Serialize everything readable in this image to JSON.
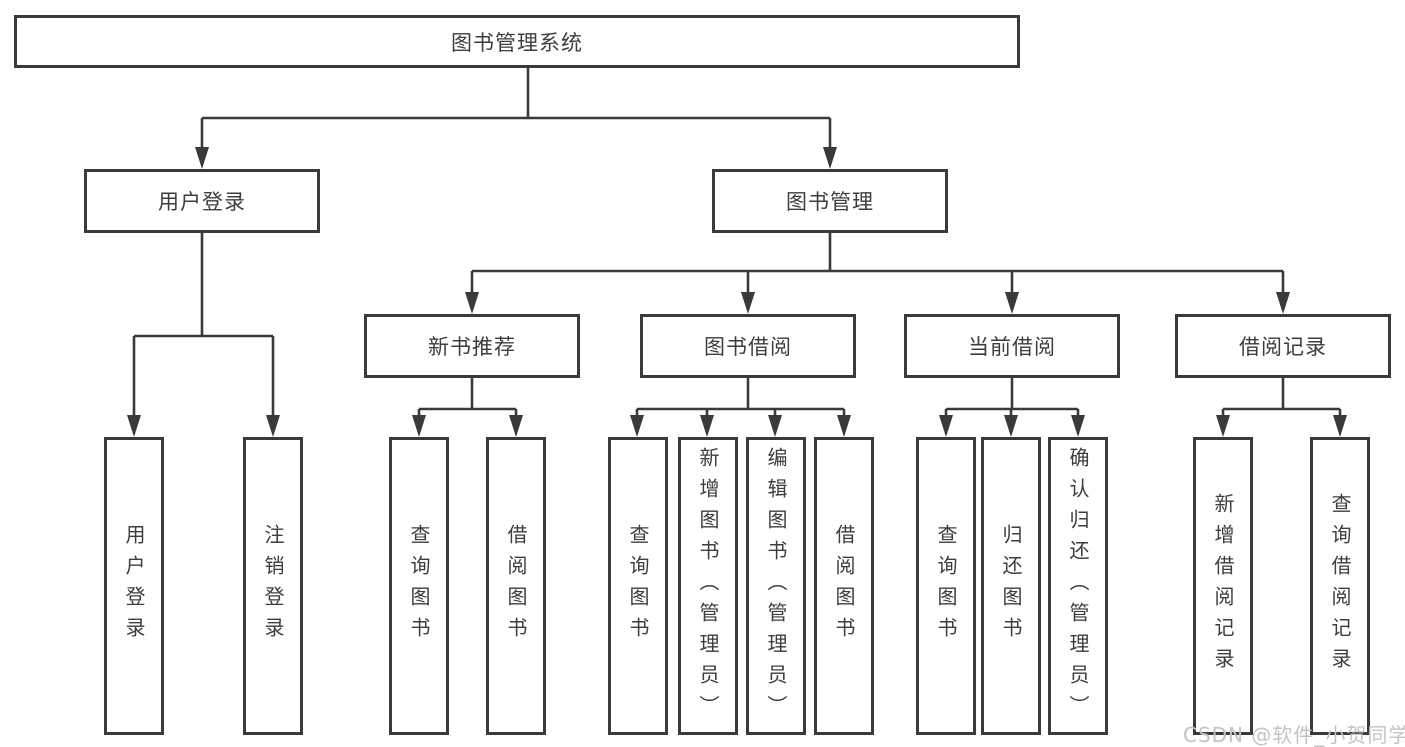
{
  "diagram_type": "hierarchy-tree",
  "colors": {
    "line": "#3a3a3a",
    "box_border": "#3a3a3a",
    "box_fill": "#ffffff",
    "text": "#3d3d3d",
    "watermark": "#c3c3c3",
    "background": "#ffffff"
  },
  "tree": {
    "root": {
      "label": "图书管理系统",
      "children": [
        {
          "label": "用户登录",
          "children": [
            {
              "label": "用户登录"
            },
            {
              "label": "注销登录"
            }
          ]
        },
        {
          "label": "图书管理",
          "children": [
            {
              "label": "新书推荐",
              "children": [
                {
                  "label": "查询图书"
                },
                {
                  "label": "借阅图书"
                }
              ]
            },
            {
              "label": "图书借阅",
              "children": [
                {
                  "label": "查询图书"
                },
                {
                  "label": "新增图书（管理员）"
                },
                {
                  "label": "编辑图书（管理员）"
                },
                {
                  "label": "借阅图书"
                }
              ]
            },
            {
              "label": "当前借阅",
              "children": [
                {
                  "label": "查询图书"
                },
                {
                  "label": "归还图书"
                },
                {
                  "label": "确认归还（管理员）"
                }
              ]
            },
            {
              "label": "借阅记录",
              "children": [
                {
                  "label": "新增借阅记录"
                },
                {
                  "label": "查询借阅记录"
                }
              ]
            }
          ]
        }
      ]
    }
  },
  "watermark": {
    "text": "CSDN @软件_小贺同学"
  }
}
